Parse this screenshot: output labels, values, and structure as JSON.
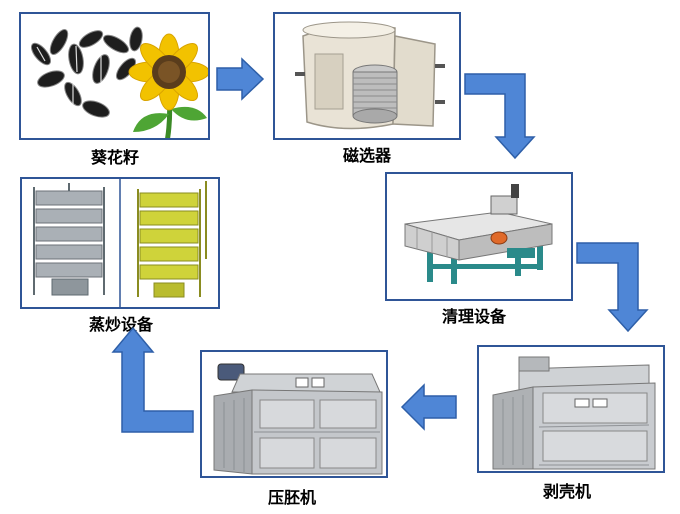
{
  "steps": [
    {
      "label": "葵花籽"
    },
    {
      "label": "磁选器"
    },
    {
      "label": "清理设备"
    },
    {
      "label": "剥壳机"
    },
    {
      "label": "压胚机"
    },
    {
      "label": "蒸炒设备"
    }
  ],
  "colors": {
    "frame": "#2f5597",
    "arrow_fill": "#4f86d6",
    "arrow_edge": "#2e5fa8",
    "machine_grey": "#b9bcc0",
    "sunflower_yellow": "#f2c200",
    "steamer_green_yellow": "#cfd33a"
  }
}
